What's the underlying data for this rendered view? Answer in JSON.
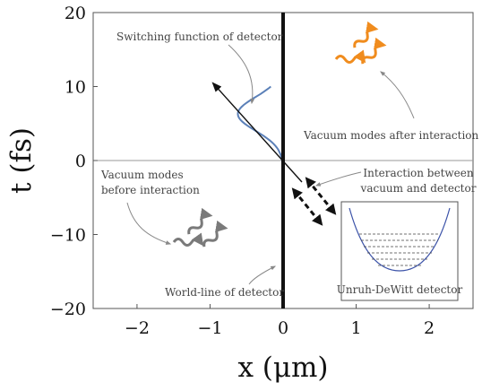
{
  "axes": {
    "xlabel": "x (μm)",
    "ylabel": "t (fs)",
    "xlim": [
      -2.6,
      2.6
    ],
    "ylim": [
      -20,
      20
    ],
    "xticks": [
      -2,
      -1,
      0,
      1,
      2
    ],
    "yticks": [
      -20,
      -10,
      0,
      10,
      20
    ],
    "xtick_labels": [
      "−2",
      "−1",
      "0",
      "1",
      "2"
    ],
    "ytick_labels": [
      "−20",
      "−10",
      "0",
      "10",
      "20"
    ]
  },
  "labels": {
    "switching": "Switching function of detector",
    "after": "Vacuum modes after interaction",
    "interaction_line1": "Interaction between",
    "interaction_line2": "vacuum and detector",
    "before_line1": "Vacuum modes",
    "before_line2": "before interaction",
    "worldline": "World-line of detector",
    "detector": "Unruh-DeWitt detector"
  },
  "colors": {
    "switching_curve": "#5b80b8",
    "after_waves": "#f08c1e",
    "before_waves": "#7a7a7a",
    "potential": "#3b52a8",
    "worldline": "#111111"
  },
  "icons": {
    "wavy_arrows_before": "wavy-arrows-icon",
    "wavy_arrows_after": "wavy-arrows-icon",
    "double_arrows": "dashed-double-arrow-icon"
  }
}
